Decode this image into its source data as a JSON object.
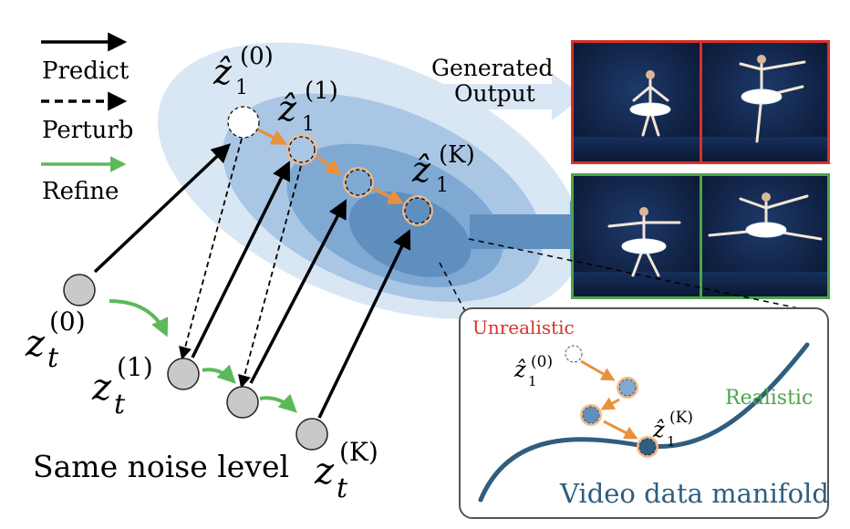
{
  "legend": {
    "predict": "Predict",
    "perturb": "Perturb",
    "refine": "Refine"
  },
  "labels": {
    "generated_line1": "Generated",
    "generated_line2": "Output",
    "same_noise": "Same noise level",
    "unrealistic": "Unrealistic",
    "realistic": "Realistic",
    "manifold": "Video data manifold"
  },
  "math": {
    "z_hat": "ẑ",
    "z": "z",
    "sub_1": "1",
    "sub_t": "t",
    "sup_0": "(0)",
    "sup_1": "(1)",
    "sup_K": "(K)"
  },
  "colors": {
    "ellipse_1": "#d9e6f4",
    "ellipse_2": "#a9c5e4",
    "ellipse_3": "#7ea8d2",
    "ellipse_4": "#5f8fbf",
    "arrow_orange": "#e8913c",
    "arrow_green": "#5db85b",
    "frame_red": "#d9302b",
    "frame_green": "#4aa648",
    "manifold": "#2f5e7e",
    "unrealistic": "#d9302b",
    "realistic": "#4aa648"
  }
}
